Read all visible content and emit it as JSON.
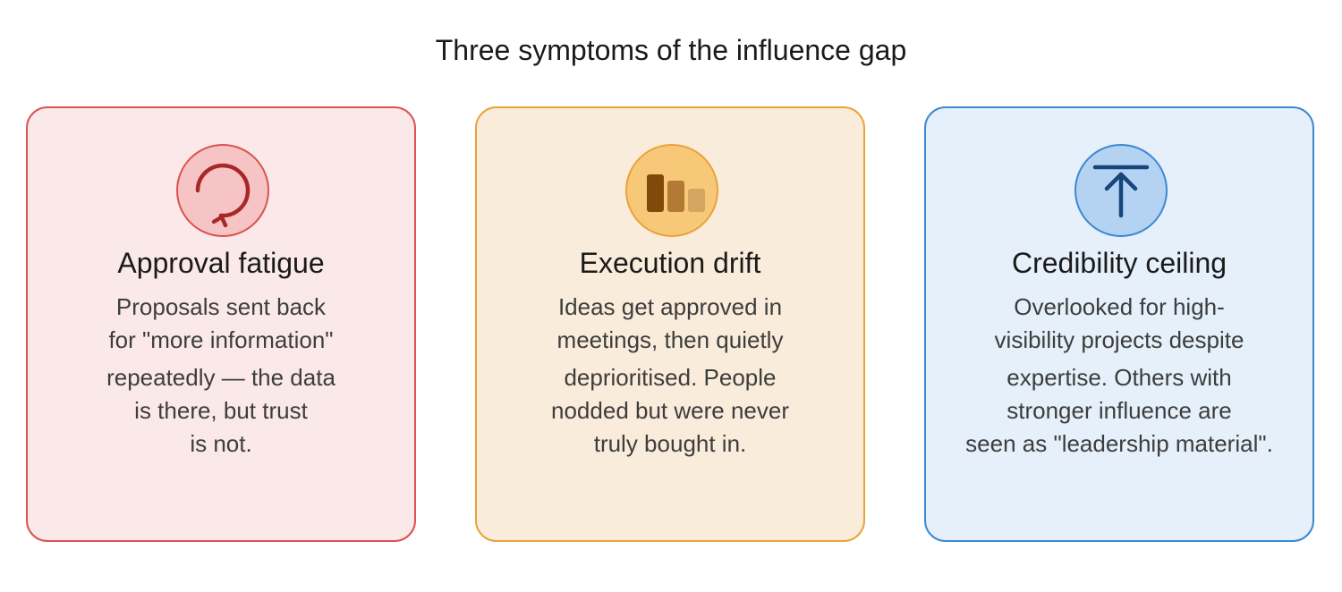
{
  "title": "Three symptoms of the influence gap",
  "colors": {
    "red": {
      "fill": "#fbe9e9",
      "stroke": "#d9534f",
      "icon_fill": "#f6c4c4",
      "icon": "#a82828"
    },
    "orange": {
      "fill": "#faecdb",
      "stroke": "#e8a33b",
      "icon_fill": "#f8c879",
      "icon_dark": "#7f4a0a",
      "icon_mid": "#b27a34",
      "icon_light": "#d4a55f"
    },
    "blue": {
      "fill": "#e5f0fb",
      "stroke": "#3d88cf",
      "icon_fill": "#b4d3f3",
      "icon": "#16467c"
    }
  },
  "cards": [
    {
      "icon": "refresh-loop-icon",
      "title": "Approval fatigue",
      "lines": [
        "Proposals sent back",
        "for \"more information\"",
        "repeatedly — the data",
        "is there, but trust",
        "is not."
      ]
    },
    {
      "icon": "declining-bars-icon",
      "title": "Execution drift",
      "lines": [
        "Ideas get approved in",
        "meetings, then quietly",
        "deprioritised. People",
        "nodded but were never",
        "truly bought in."
      ]
    },
    {
      "icon": "arrow-up-to-line-icon",
      "title": "Credibility ceiling",
      "lines": [
        "Overlooked for high-",
        "visibility projects despite",
        "expertise. Others with",
        "stronger influence are",
        "seen as \"leadership material\"."
      ]
    }
  ]
}
